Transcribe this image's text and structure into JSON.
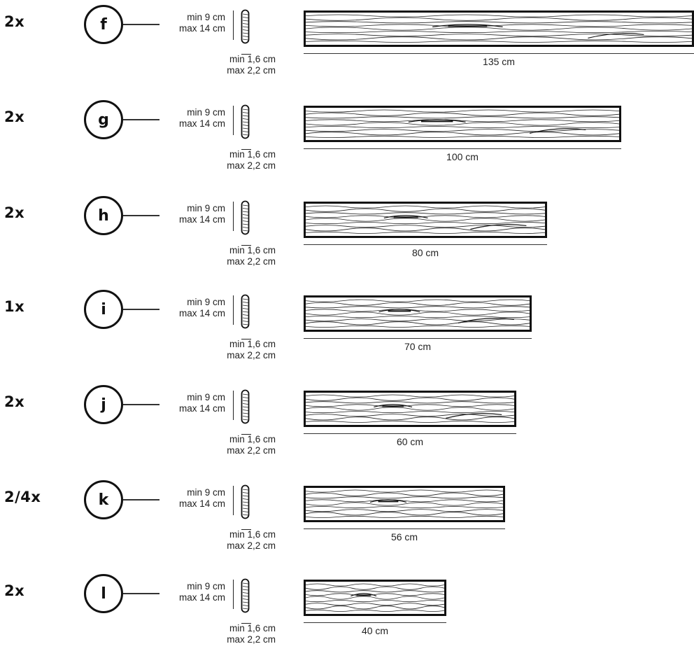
{
  "rows": [
    {
      "qty": "2x",
      "letter": "f",
      "length": "135 cm",
      "width_min": "min 9 cm",
      "width_max": "max 14 cm",
      "thick_min": "min 1,6 cm",
      "thick_max": "max 2,2 cm"
    },
    {
      "qty": "2x",
      "letter": "g",
      "length": "100 cm",
      "width_min": "min 9 cm",
      "width_max": "max 14 cm",
      "thick_min": "min 1,6 cm",
      "thick_max": "max 2,2 cm"
    },
    {
      "qty": "2x",
      "letter": "h",
      "length": "80 cm",
      "width_min": "min 9 cm",
      "width_max": "max 14 cm",
      "thick_min": "min 1,6 cm",
      "thick_max": "max 2,2 cm"
    },
    {
      "qty": "1x",
      "letter": "i",
      "length": "70 cm",
      "width_min": "min 9 cm",
      "width_max": "max 14 cm",
      "thick_min": "min 1,6 cm",
      "thick_max": "max 2,2 cm"
    },
    {
      "qty": "2x",
      "letter": "j",
      "length": "60 cm",
      "width_min": "min 9 cm",
      "width_max": "max 14 cm",
      "thick_min": "min 1,6 cm",
      "thick_max": "max 2,2 cm"
    },
    {
      "qty": "2/4x",
      "letter": "k",
      "length": "56 cm",
      "width_min": "min 9 cm",
      "width_max": "max 14 cm",
      "thick_min": "min 1,6 cm",
      "thick_max": "max 2,2 cm"
    },
    {
      "qty": "2x",
      "letter": "l",
      "length": "40 cm",
      "width_min": "min 9 cm",
      "width_max": "max 14 cm",
      "thick_min": "min 1,6 cm",
      "thick_max": "max 2,2 cm"
    }
  ]
}
